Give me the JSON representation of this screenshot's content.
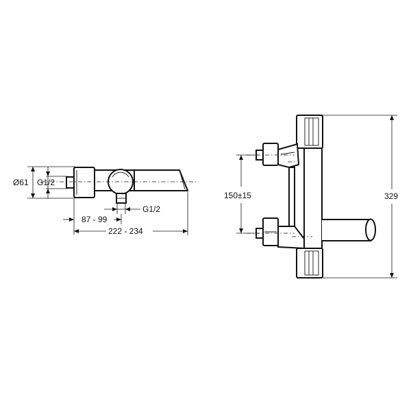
{
  "side_view": {
    "diameter_label": "Ø61",
    "inlet_thread_label": "G1/2",
    "outlet_thread_label": "G1/2",
    "depth_range_label": "87 - 99",
    "overall_length_label": "222 - 234"
  },
  "front_view": {
    "inlet_spacing_label": "150±15",
    "height_label": "329"
  }
}
